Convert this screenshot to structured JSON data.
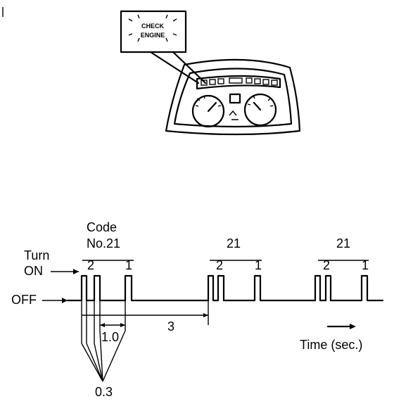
{
  "indicator": {
    "line1": "CHECK",
    "line2": "ENGINE"
  },
  "timing": {
    "code_label": "Code",
    "code_number_label": "No.21",
    "turn_label": "Turn",
    "on_label": "ON",
    "off_label": "OFF",
    "code_repeat_1": "21",
    "code_repeat_2": "21",
    "digit_2a": "2",
    "digit_1a": "1",
    "digit_2b": "2",
    "digit_1b": "1",
    "digit_2c": "2",
    "digit_1c": "1",
    "interval_long": "1.0",
    "interval_repeat": "3",
    "interval_short": "0.3",
    "time_axis": "Time (sec.)"
  }
}
